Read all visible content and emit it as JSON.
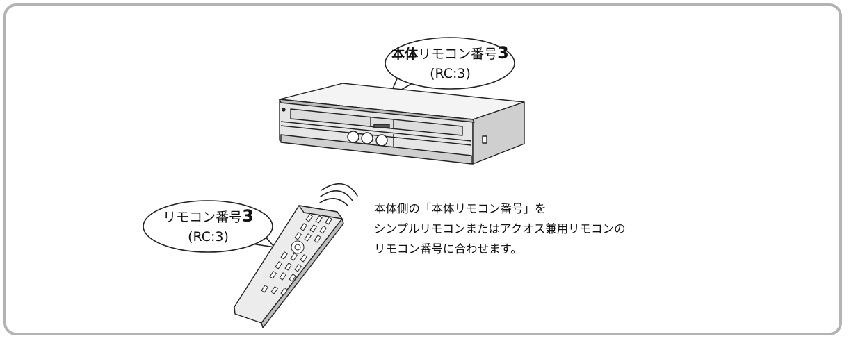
{
  "unit_bubble": {
    "prefix_bold": "本体",
    "label": "リモコン番号",
    "number": "3",
    "code": "(RC:3)"
  },
  "remote_bubble": {
    "label": "リモコン番号",
    "number": "3",
    "code": "(RC:3)"
  },
  "description": {
    "line1": "本体側の「本体リモコン番号」を",
    "line2": "シンプルリモコンまたはアクオス兼用リモコンの",
    "line3": "リモコン番号に合わせます。"
  }
}
